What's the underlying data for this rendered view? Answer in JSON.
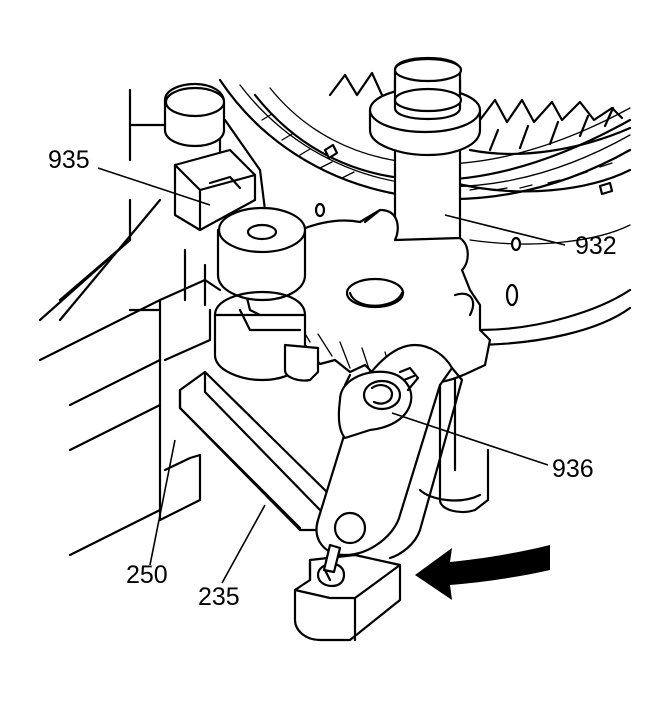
{
  "callouts": [
    {
      "id": "935",
      "label": "935"
    },
    {
      "id": "932",
      "label": "932"
    },
    {
      "id": "936",
      "label": "936"
    },
    {
      "id": "250",
      "label": "250"
    },
    {
      "id": "235",
      "label": "235"
    }
  ],
  "icons": {
    "direction_arrow": "curved-arrow-left-icon"
  },
  "colors": {
    "ink": "#000000",
    "paper": "#ffffff"
  }
}
